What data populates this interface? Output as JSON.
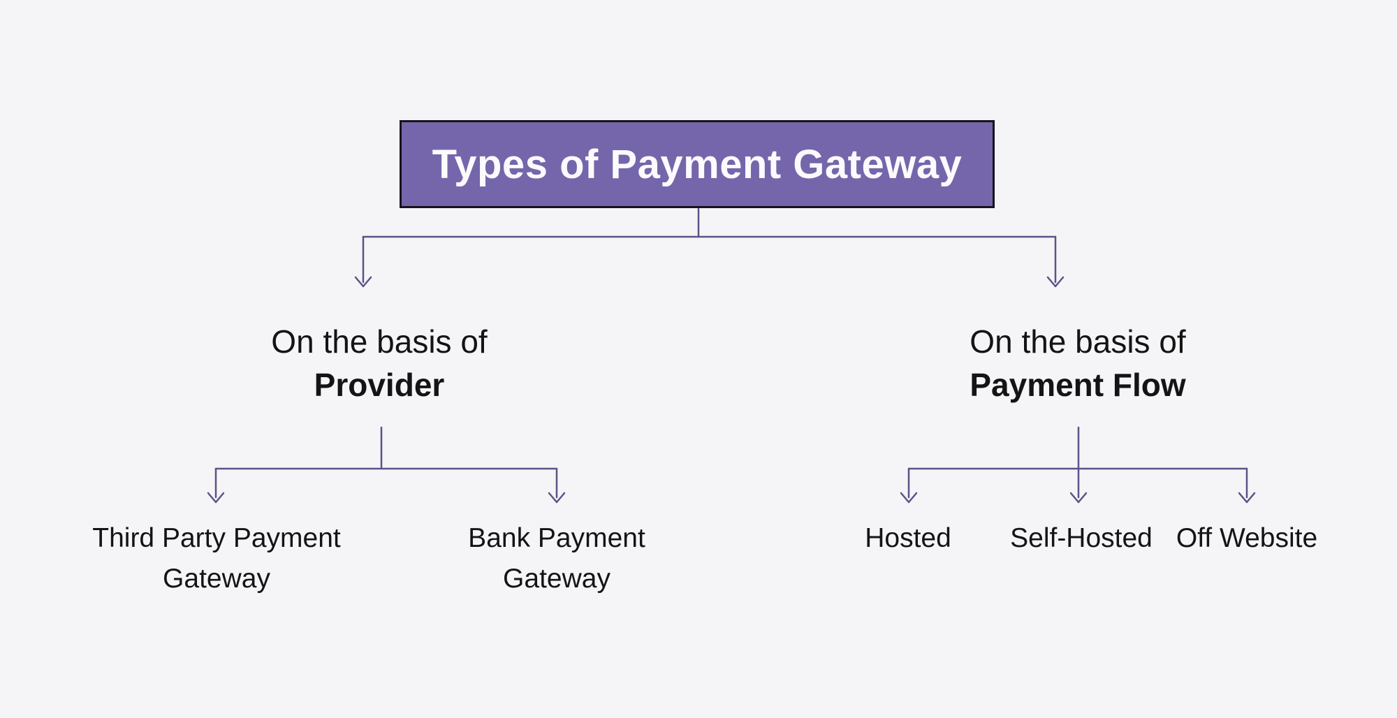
{
  "diagram": {
    "title": "Types of Payment Gateway",
    "branches": [
      {
        "prefix": "On the basis of",
        "name": "Provider",
        "children": [
          {
            "lines": [
              "Third Party Payment",
              "Gateway"
            ]
          },
          {
            "lines": [
              "Bank Payment",
              "Gateway"
            ]
          }
        ]
      },
      {
        "prefix": "On the basis of",
        "name": "Payment Flow",
        "children": [
          {
            "lines": [
              "Hosted"
            ]
          },
          {
            "lines": [
              "Self-Hosted"
            ]
          },
          {
            "lines": [
              "Off Website"
            ]
          }
        ]
      }
    ]
  },
  "colors": {
    "background": "#f5f4f7",
    "node_fill": "#7566ab",
    "node_border": "#17121d",
    "node_text": "#fbfafc",
    "connector": "#5e5186",
    "label_text": "#141414"
  }
}
